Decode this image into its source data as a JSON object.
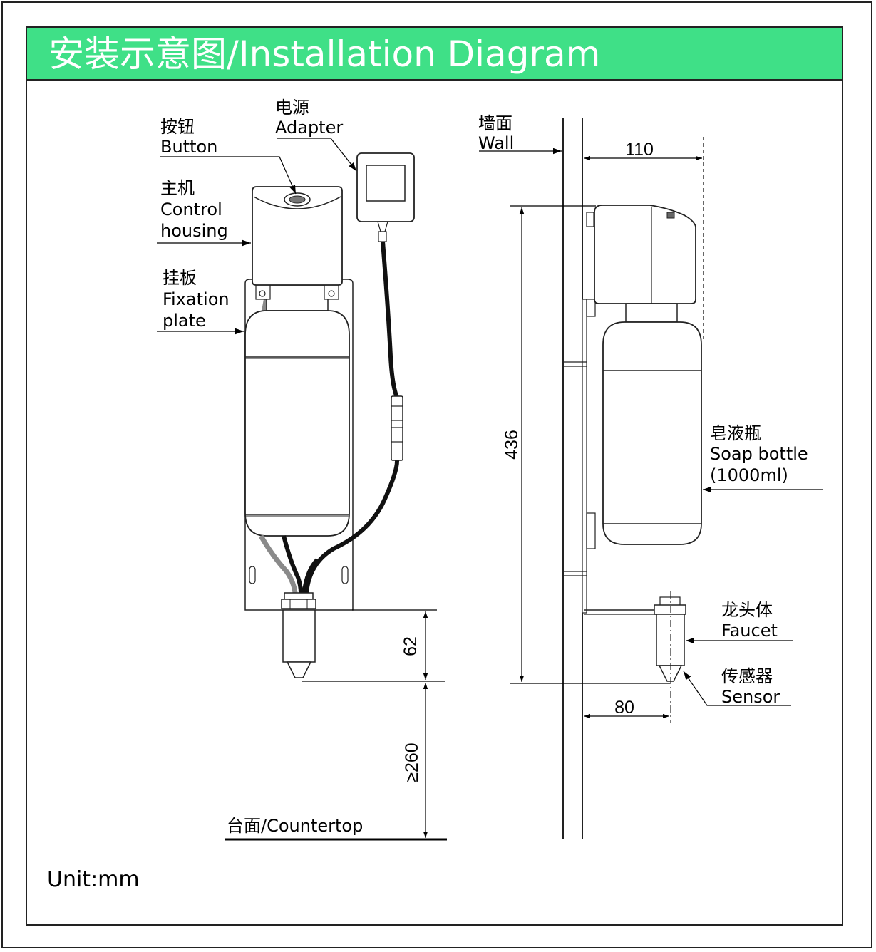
{
  "title": "安装示意图/Installation Diagram",
  "unit_note": "Unit:mm",
  "labels": {
    "adapter": [
      "电源",
      "Adapter"
    ],
    "button": [
      "按钮",
      "Button"
    ],
    "control_housing": [
      "主机",
      "Control",
      "housing"
    ],
    "fixation_plate": [
      "挂板",
      "Fixation",
      "plate"
    ],
    "wall": [
      "墙面",
      "Wall"
    ],
    "soap_bottle": [
      "皂液瓶",
      "Soap bottle",
      "(1000ml)"
    ],
    "faucet": [
      "龙头体",
      "Faucet"
    ],
    "sensor": [
      "传感器",
      "Sensor"
    ],
    "countertop": "台面/Countertop"
  },
  "dimensions": {
    "depth_top": "110",
    "total_height": "436",
    "sensor_height": "62",
    "min_clearance": "≥260",
    "sensor_offset": "80"
  }
}
